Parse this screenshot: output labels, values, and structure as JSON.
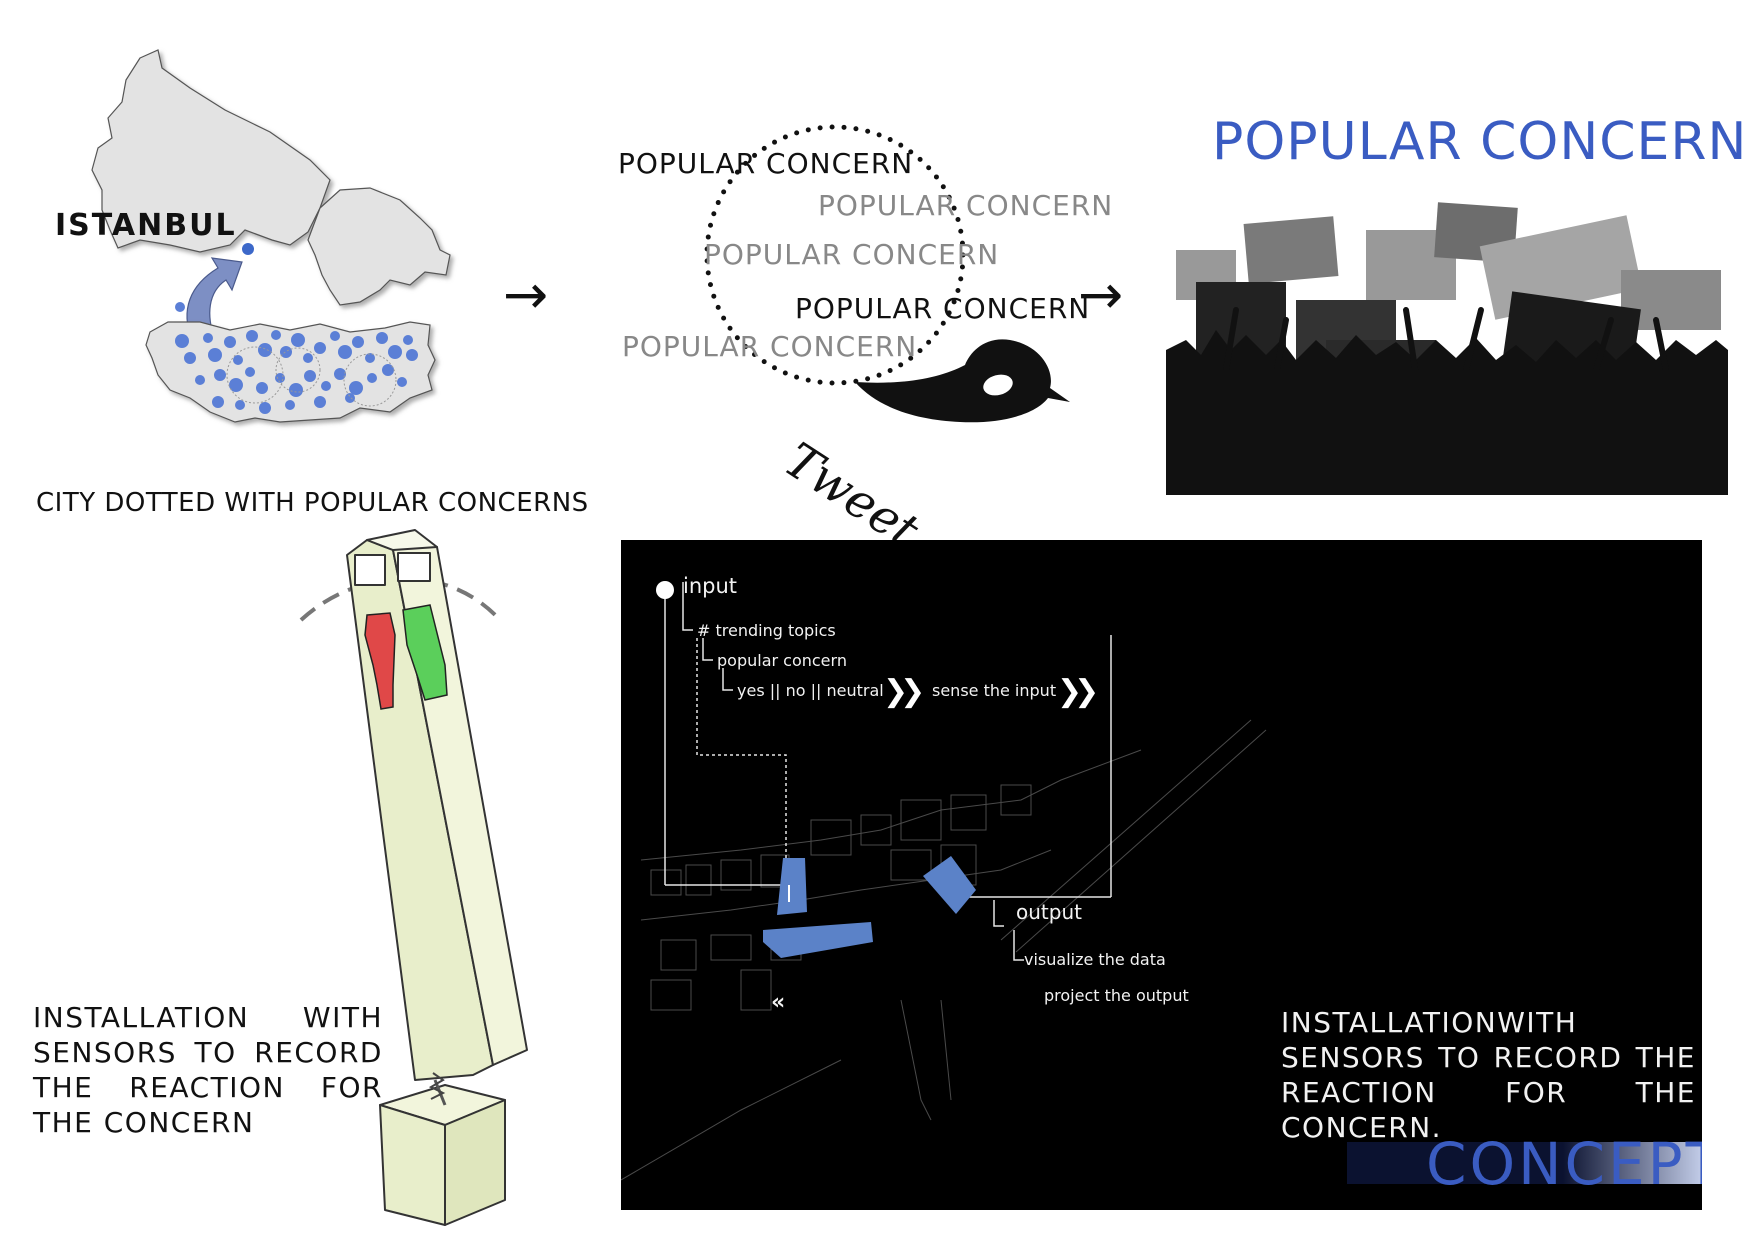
{
  "map": {
    "city_label": "ISTANBUL",
    "caption": "CITY DOTTED WITH POPULAR CONCERNS",
    "land_color": "#e3e3e3",
    "dot_color": "#5b7fd6"
  },
  "arrows": {
    "first": "→",
    "second": "→"
  },
  "tweet_cloud": {
    "phrases": [
      {
        "text": "POPULAR CONCERN",
        "tone": "dark"
      },
      {
        "text": "POPULAR CONCERN",
        "tone": "light"
      },
      {
        "text": "POPULAR CONCERN",
        "tone": "light"
      },
      {
        "text": "POPULAR CONCERN",
        "tone": "dark"
      },
      {
        "text": "POPULAR CONCERN",
        "tone": "light"
      }
    ],
    "tweet_word": "Tweet",
    "bird_icon": "twitter-bird-icon"
  },
  "protest": {
    "title": "POPULAR CONCERN",
    "title_color": "#3a5cc2"
  },
  "installation": {
    "caption": "INSTALLATION WITH SENSORS TO RECORD THE REACTION FOR THE CONCERN",
    "thumbs_down_color": "#e04848",
    "thumbs_up_color": "#5bcf5b",
    "body_color": "#e8eecb"
  },
  "diagram": {
    "input_label": "input",
    "trending_topics": "# trending topics",
    "popular_concern": "popular concern",
    "options": "yes || no || neutral",
    "sense_input": "sense the input",
    "chevrons": "❯❯",
    "back_chevrons": "«",
    "output_label": "output",
    "visualize": "visualize the data",
    "project": "project the output",
    "highlight_color": "#5b82c8",
    "caption": "INSTALLATIONWITH SENSORS TO RECORD THE REACTION FOR THE CONCERN.",
    "concept_label": "CONCEPT",
    "concept_color": "#3a5cc2"
  }
}
